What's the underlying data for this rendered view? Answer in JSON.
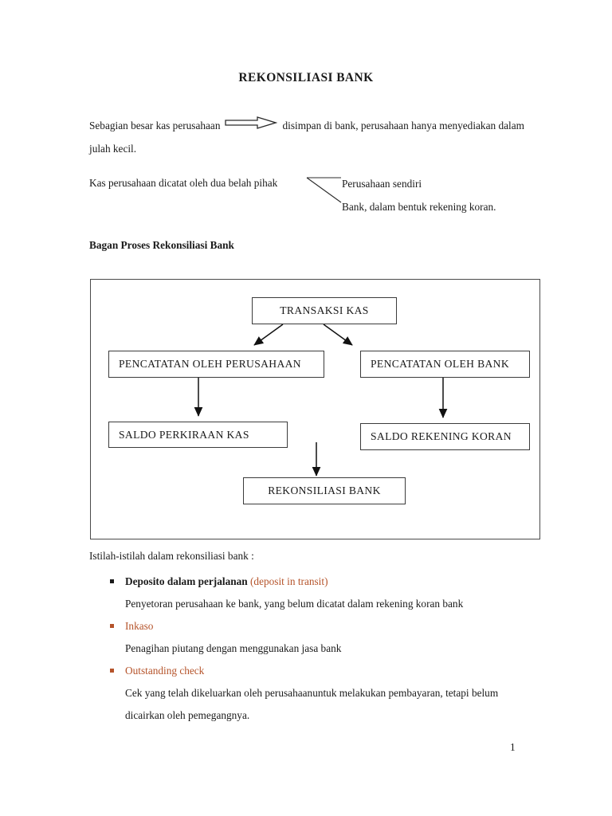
{
  "document": {
    "title": "REKONSILIASI BANK",
    "page_number": "1"
  },
  "colors": {
    "text": "#1a1a1a",
    "accent_orange": "#b5532a",
    "box_border": "#3b3b3b",
    "frame_border": "#4a4a4a"
  },
  "intro_paragraph": {
    "before_arrow": "Sebagian besar kas perusahaan",
    "arrow_icon": "block-arrow-right-icon",
    "after_arrow": "disimpan di bank, perusahaan hanya menyediakan dalam julah kecil."
  },
  "kas_statement": {
    "text": "Kas perusahaan dicatat oleh dua belah pihak",
    "branches": [
      "Perusahaan sendiri",
      "Bank, dalam bentuk rekening koran."
    ]
  },
  "section_heading": "Bagan Proses Rekonsiliasi Bank",
  "chart_data": {
    "type": "diagram",
    "title": "Bagan Proses Rekonsiliasi Bank",
    "nodes": [
      {
        "id": "transaksi",
        "label": "TRANSAKSI KAS"
      },
      {
        "id": "pencatatan-perusahaan",
        "label": "PENCATATAN OLEH PERUSAHAAN"
      },
      {
        "id": "pencatatan-bank",
        "label": "PENCATATAN OLEH BANK"
      },
      {
        "id": "saldo-kas",
        "label": "SALDO PERKIRAAN KAS"
      },
      {
        "id": "saldo-koran",
        "label": "SALDO REKENING KORAN"
      },
      {
        "id": "rekonsiliasi",
        "label": "REKONSILIASI BANK"
      }
    ],
    "edges": [
      {
        "from": "transaksi",
        "to": "pencatatan-perusahaan"
      },
      {
        "from": "transaksi",
        "to": "pencatatan-bank"
      },
      {
        "from": "pencatatan-perusahaan",
        "to": "saldo-kas"
      },
      {
        "from": "pencatatan-bank",
        "to": "saldo-koran"
      },
      {
        "from": "saldo-kas",
        "to": "rekonsiliasi"
      }
    ]
  },
  "terms_section": {
    "lead_in": "Istilah-istilah dalam rekonsiliasi bank :",
    "items": [
      {
        "bullet_color": "#1a1a1a",
        "title": "Deposito dalam perjalanan",
        "title_color": "#1a1a1a",
        "english": "(deposit in transit)",
        "english_color": "#b5532a",
        "description": "Penyetoran perusahaan ke bank, yang belum dicatat dalam rekening koran bank"
      },
      {
        "bullet_color": "#b5532a",
        "title": "Inkaso",
        "title_color": "#b5532a",
        "english": "",
        "english_color": "#b5532a",
        "description": "Penagihan piutang dengan menggunakan jasa bank"
      },
      {
        "bullet_color": "#b5532a",
        "title": "Outstanding check",
        "title_color": "#b5532a",
        "english": "",
        "english_color": "#b5532a",
        "description": "Cek yang telah dikeluarkan oleh perusahaanuntuk melakukan pembayaran, tetapi belum dicairkan oleh pemegangnya."
      }
    ]
  }
}
